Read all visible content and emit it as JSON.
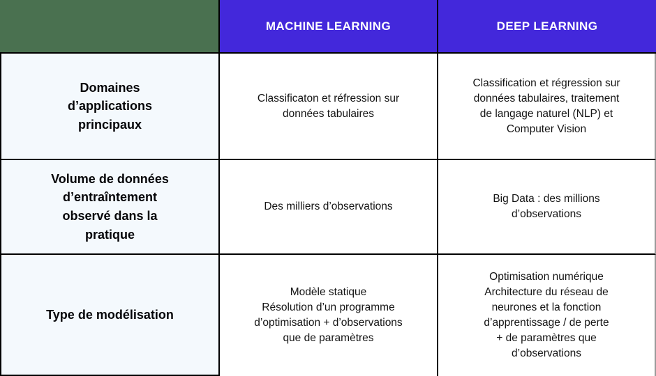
{
  "title": "Machine Learning vs Deep Learning comparison table",
  "colors": {
    "header_green": "#4a7150",
    "header_purple": "#4328db",
    "label_column_bg": "#f4f9fd",
    "border": "#000000",
    "header_text": "#ffffff",
    "body_text": "#141414"
  },
  "table": {
    "headers": [
      "",
      "MACHINE LEARNING",
      "DEEP LEARNING"
    ],
    "rows": [
      {
        "label": "Domaines\nd’applications\nprincipaux",
        "machine_learning": "Classificaton et réfression sur\ndonnées tabulaires",
        "deep_learning": "Classification et régression sur\ndonnées tabulaires, traitement\nde langage naturel (NLP) et\nComputer Vision"
      },
      {
        "label": "Volume de données\nd’entraîntement\nobservé dans la\npratique",
        "machine_learning": "Des milliers d’observations",
        "deep_learning": "Big Data : des millions\nd’observations"
      },
      {
        "label": "Type de modélisation",
        "machine_learning": "Modèle statique\nRésolution d’un programme\nd’optimisation + d’observations\nque de paramètres",
        "deep_learning": "Optimisation numérique\nArchitecture du réseau de\nneurones et la fonction\nd’apprentissage / de perte\n+ de paramètres que\nd’observations"
      }
    ]
  }
}
